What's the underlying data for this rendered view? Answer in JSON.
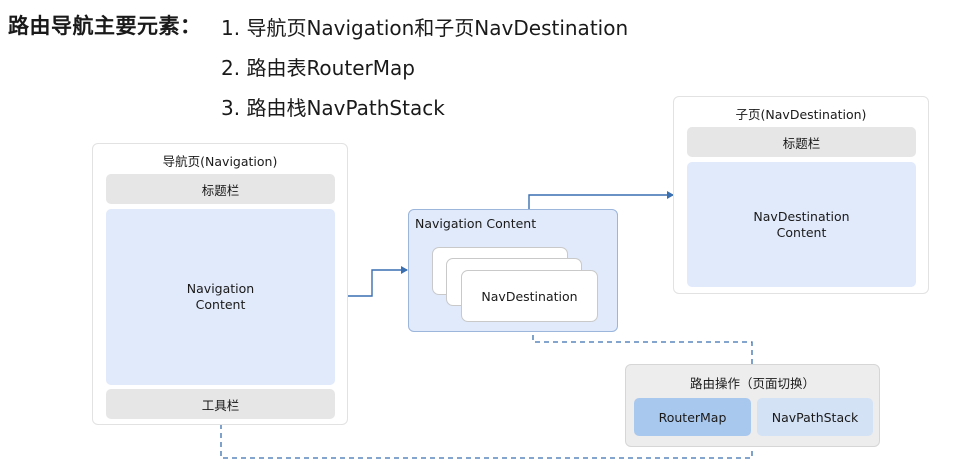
{
  "heading": "路由导航主要元素：",
  "elements": [
    "1. 导航页Navigation和子页NavDestination",
    "2. 路由表RouterMap",
    "3. 路由栈NavPathStack"
  ],
  "navigation_panel": {
    "title": "导航页(Navigation)",
    "title_bar": "标题栏",
    "content_line1": "Navigation",
    "content_line2": "Content",
    "toolbar": "工具栏"
  },
  "nav_content_box": {
    "title": "Navigation Content",
    "destination_card": "NavDestination"
  },
  "sub_page_panel": {
    "title": "子页(NavDestination)",
    "title_bar": "标题栏",
    "content_line1": "NavDestination",
    "content_line2": "Content"
  },
  "routing_ops": {
    "title": "路由操作（页面切换）",
    "router_map": "RouterMap",
    "nav_path_stack": "NavPathStack"
  },
  "colors": {
    "arrow": "#3a6fb0",
    "content_blue": "#e1eafb",
    "router_map_fill": "#a9c8ee",
    "nav_path_stack_fill": "#d4e2f6"
  }
}
